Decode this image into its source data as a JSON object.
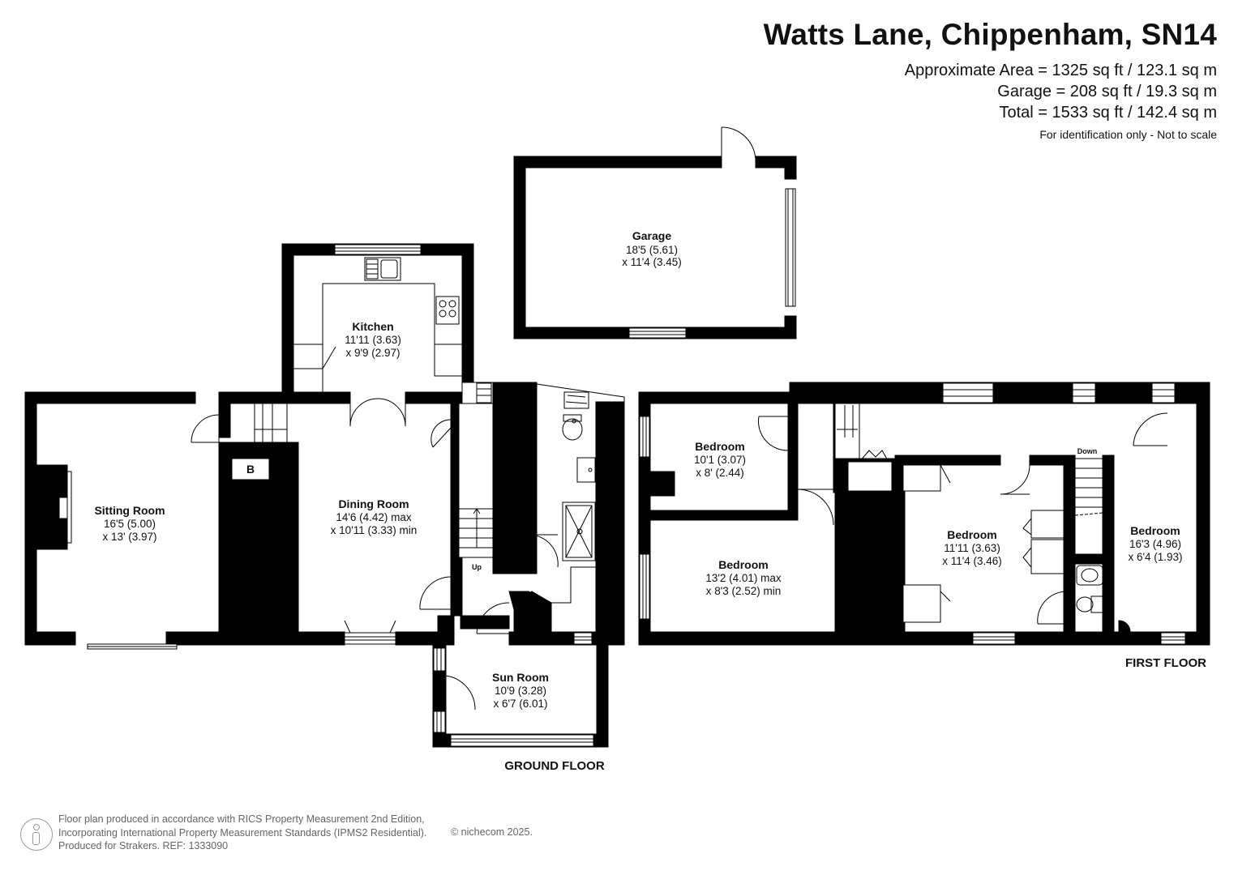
{
  "header": {
    "title": "Watts Lane, Chippenham, SN14",
    "area_lines": [
      "Approximate Area = 1325 sq ft / 123.1 sq m",
      "Garage = 208 sq ft / 19.3 sq m",
      "Total = 1533 sq ft / 142.4 sq m"
    ],
    "note": "For identification only - Not to scale"
  },
  "rooms": {
    "garage": {
      "name": "Garage",
      "dim1": "18'5 (5.61)",
      "dim2": "x 11'4 (3.45)"
    },
    "kitchen": {
      "name": "Kitchen",
      "dim1": "11'11 (3.63)",
      "dim2": "x 9'9 (2.97)"
    },
    "sitting": {
      "name": "Sitting Room",
      "dim1": "16'5 (5.00)",
      "dim2": "x 13' (3.97)"
    },
    "dining": {
      "name": "Dining Room",
      "dim1": "14'6 (4.42) max",
      "dim2": "x 10'11 (3.33) min"
    },
    "sun": {
      "name": "Sun Room",
      "dim1": "10'9 (3.28)",
      "dim2": "x 6'7 (6.01)"
    },
    "bed1": {
      "name": "Bedroom",
      "dim1": "10'1 (3.07)",
      "dim2": "x 8' (2.44)"
    },
    "bed2": {
      "name": "Bedroom",
      "dim1": "13'2 (4.01) max",
      "dim2": "x 8'3 (2.52) min"
    },
    "bed3": {
      "name": "Bedroom",
      "dim1": "11'11 (3.63)",
      "dim2": "x 11'4 (3.46)"
    },
    "bed4": {
      "name": "Bedroom",
      "dim1": "16'3 (4.96)",
      "dim2": "x 6'4 (1.93)"
    }
  },
  "labels": {
    "boiler": "B",
    "up": "Up",
    "down": "Down",
    "ground_floor": "GROUND FLOOR",
    "first_floor": "FIRST FLOOR"
  },
  "footer": {
    "lines": [
      "Floor plan produced in accordance with RICS Property Measurement 2nd Edition,",
      "Incorporating International Property Measurement Standards (IPMS2 Residential).",
      "Produced for Strakers.    REF: 1333090"
    ],
    "copyright": "© nichecom 2025."
  },
  "colors": {
    "wall": "#000000",
    "text": "#111111",
    "footer": "#666666"
  }
}
